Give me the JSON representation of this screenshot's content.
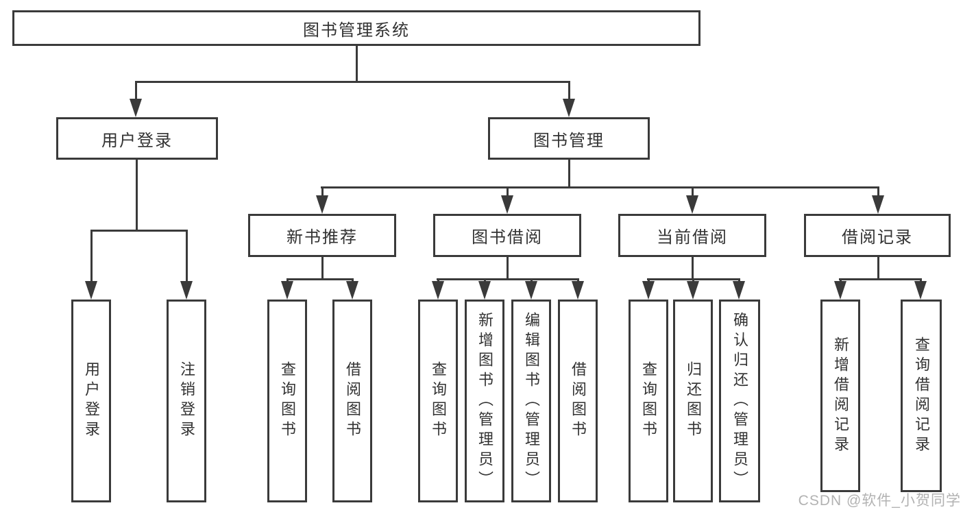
{
  "tree": {
    "root": {
      "label": "图书管理系统",
      "children": [
        {
          "label": "用户登录",
          "children": [
            {
              "label": "用户登录"
            },
            {
              "label": "注销登录"
            }
          ]
        },
        {
          "label": "图书管理",
          "children": [
            {
              "label": "新书推荐",
              "children": [
                {
                  "label": "查询图书"
                },
                {
                  "label": "借阅图书"
                }
              ]
            },
            {
              "label": "图书借阅",
              "children": [
                {
                  "label": "查询图书"
                },
                {
                  "label": "新增图书（管理员）"
                },
                {
                  "label": "编辑图书（管理员）"
                },
                {
                  "label": "借阅图书"
                }
              ]
            },
            {
              "label": "当前借阅",
              "children": [
                {
                  "label": "查询图书"
                },
                {
                  "label": "归还图书"
                },
                {
                  "label": "确认归还（管理员）"
                }
              ]
            },
            {
              "label": "借阅记录",
              "children": [
                {
                  "label": "新增借阅记录"
                },
                {
                  "label": "查询借阅记录"
                }
              ]
            }
          ]
        }
      ]
    }
  },
  "watermark": {
    "text": "CSDN @软件_小贺同学"
  },
  "colors": {
    "line": "#3a3a3a",
    "text": "#323232",
    "background": "#ffffff",
    "watermark": "#b2b2b2"
  }
}
